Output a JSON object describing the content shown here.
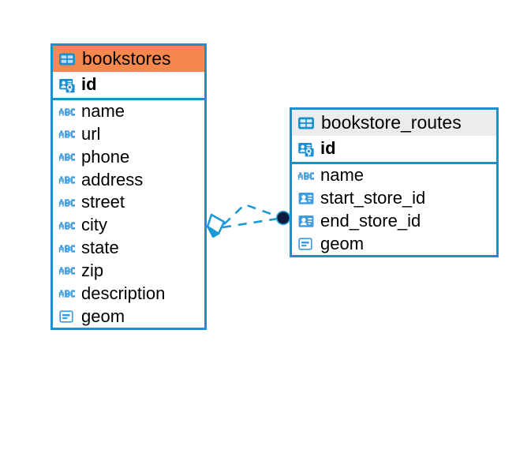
{
  "diagram": {
    "type": "entity-relationship-diagram",
    "background": "#ffffff",
    "accent_border": "#1a8fd1",
    "header_orange": "#f5874f",
    "header_grey": "#ececec",
    "relationship_line_color": "#1a9ad6",
    "relationship_endpoint_color": "#0d1b3e"
  },
  "entities": [
    {
      "name": "bookstores",
      "header_style": "orange",
      "table_icon": "table-icon",
      "primary_key": {
        "label": "id",
        "icon": "primary-key-icon"
      },
      "fields": [
        {
          "label": "name",
          "icon": "abc-text-icon"
        },
        {
          "label": "url",
          "icon": "abc-text-icon"
        },
        {
          "label": "phone",
          "icon": "abc-text-icon"
        },
        {
          "label": "address",
          "icon": "abc-text-icon"
        },
        {
          "label": "street",
          "icon": "abc-text-icon"
        },
        {
          "label": "city",
          "icon": "abc-text-icon"
        },
        {
          "label": "state",
          "icon": "abc-text-icon"
        },
        {
          "label": "zip",
          "icon": "abc-text-icon"
        },
        {
          "label": "description",
          "icon": "abc-text-icon"
        },
        {
          "label": "geom",
          "icon": "geometry-icon"
        }
      ]
    },
    {
      "name": "bookstore_routes",
      "header_style": "grey",
      "table_icon": "table-icon",
      "primary_key": {
        "label": "id",
        "icon": "primary-key-icon"
      },
      "fields": [
        {
          "label": "name",
          "icon": "abc-text-icon"
        },
        {
          "label": "start_store_id",
          "icon": "foreign-key-icon"
        },
        {
          "label": "end_store_id",
          "icon": "foreign-key-icon"
        },
        {
          "label": "geom",
          "icon": "geometry-icon"
        }
      ]
    }
  ],
  "relationship": {
    "from_entity": "bookstores",
    "to_entity": "bookstore_routes",
    "line_style": "dashed",
    "source_marker": "crows-foot-diamond-marker",
    "target_marker": "filled-circle-marker"
  }
}
